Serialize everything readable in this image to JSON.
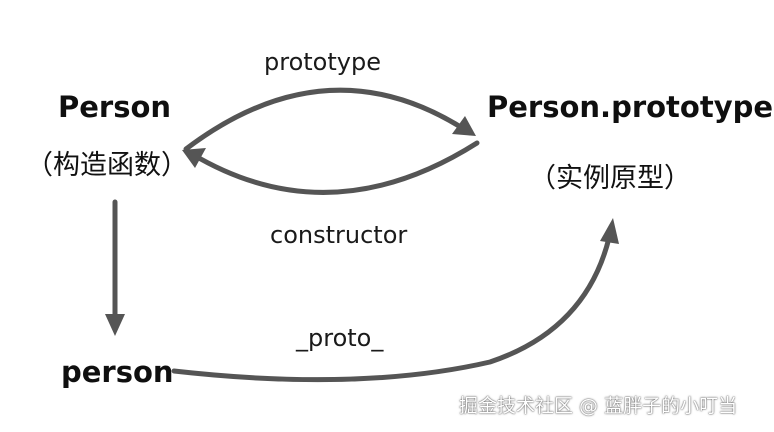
{
  "nodes": {
    "constructor_title": "Person",
    "constructor_subtitle": "（构造函数）",
    "prototype_title": "Person.prototype",
    "prototype_subtitle": "（实例原型）",
    "instance_title": "person"
  },
  "edges": {
    "prototype_label": "prototype",
    "constructor_label": "constructor",
    "proto_label": "_proto_"
  },
  "watermark": "掘金技术社区 @ 蓝胖子的小叮当",
  "colors": {
    "arrow": "#555555",
    "text": "#111111",
    "background": "#ffffff"
  }
}
